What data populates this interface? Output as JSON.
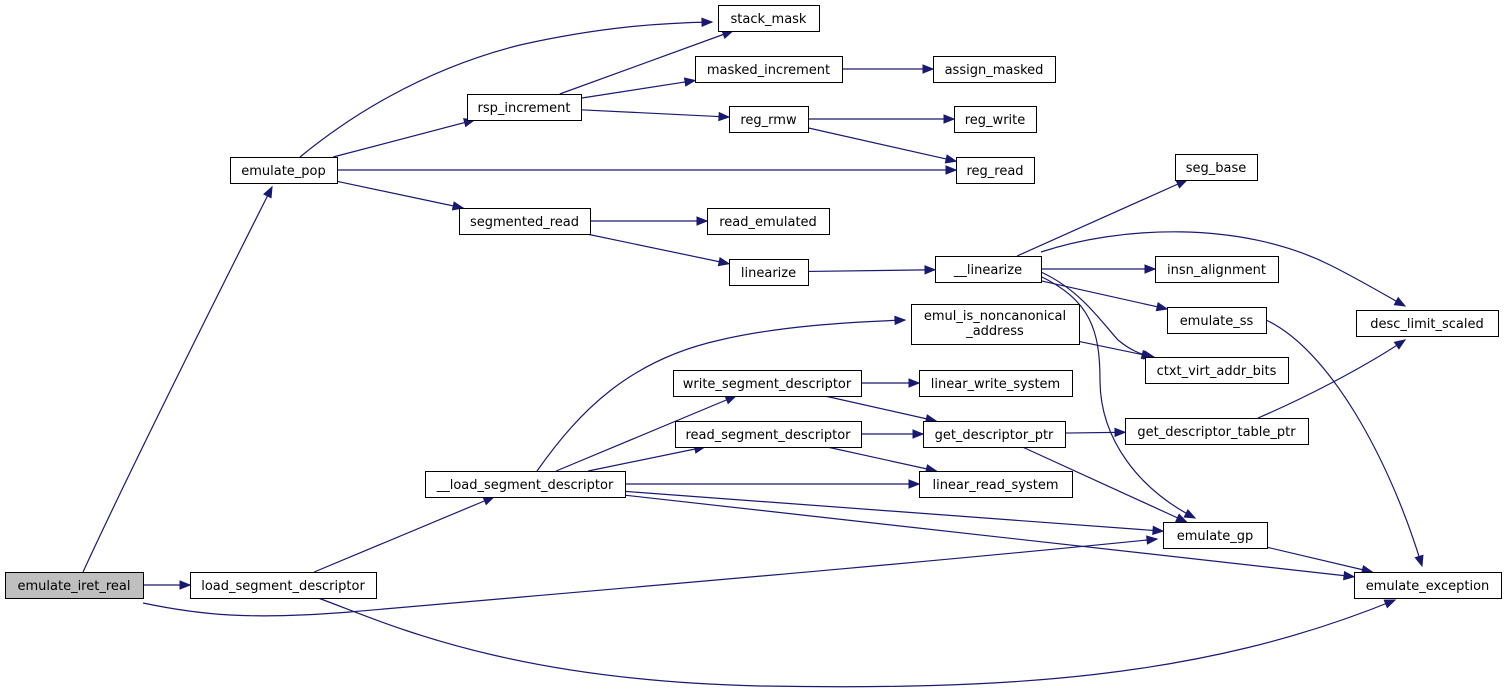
{
  "diagram": {
    "colors": {
      "edge": "#191970",
      "node_fill": "#ffffff",
      "root_fill": "#bfbfbf",
      "node_border": "#000000"
    },
    "nodes": [
      {
        "id": "emulate_iret_real",
        "label": "emulate_iret_real",
        "root": true
      },
      {
        "id": "emulate_pop",
        "label": "emulate_pop"
      },
      {
        "id": "load_segment_descriptor",
        "label": "load_segment_descriptor"
      },
      {
        "id": "rsp_increment",
        "label": "rsp_increment"
      },
      {
        "id": "segmented_read",
        "label": "segmented_read"
      },
      {
        "id": "stack_mask",
        "label": "stack_mask"
      },
      {
        "id": "masked_increment",
        "label": "masked_increment"
      },
      {
        "id": "assign_masked",
        "label": "assign_masked"
      },
      {
        "id": "reg_rmw",
        "label": "reg_rmw"
      },
      {
        "id": "reg_write",
        "label": "reg_write"
      },
      {
        "id": "reg_read",
        "label": "reg_read"
      },
      {
        "id": "read_emulated",
        "label": "read_emulated"
      },
      {
        "id": "linearize",
        "label": "linearize"
      },
      {
        "id": "__linearize",
        "label": "__linearize"
      },
      {
        "id": "seg_base",
        "label": "seg_base"
      },
      {
        "id": "insn_alignment",
        "label": "insn_alignment"
      },
      {
        "id": "emulate_ss",
        "label": "emulate_ss"
      },
      {
        "id": "desc_limit_scaled",
        "label": "desc_limit_scaled"
      },
      {
        "id": "emul_is_noncanonical_address",
        "label": "emul_is_noncanonical",
        "label2": "_address"
      },
      {
        "id": "ctxt_virt_addr_bits",
        "label": "ctxt_virt_addr_bits"
      },
      {
        "id": "write_segment_descriptor",
        "label": "write_segment_descriptor"
      },
      {
        "id": "linear_write_system",
        "label": "linear_write_system"
      },
      {
        "id": "read_segment_descriptor",
        "label": "read_segment_descriptor"
      },
      {
        "id": "get_descriptor_ptr",
        "label": "get_descriptor_ptr"
      },
      {
        "id": "get_descriptor_table_ptr",
        "label": "get_descriptor_table_ptr"
      },
      {
        "id": "__load_segment_descriptor",
        "label": "__load_segment_descriptor"
      },
      {
        "id": "linear_read_system",
        "label": "linear_read_system"
      },
      {
        "id": "emulate_gp",
        "label": "emulate_gp"
      },
      {
        "id": "emulate_exception",
        "label": "emulate_exception"
      }
    ],
    "edges": [
      [
        "emulate_iret_real",
        "emulate_pop"
      ],
      [
        "emulate_iret_real",
        "load_segment_descriptor"
      ],
      [
        "emulate_iret_real",
        "emulate_gp"
      ],
      [
        "emulate_pop",
        "stack_mask"
      ],
      [
        "emulate_pop",
        "rsp_increment"
      ],
      [
        "emulate_pop",
        "reg_read"
      ],
      [
        "emulate_pop",
        "segmented_read"
      ],
      [
        "rsp_increment",
        "stack_mask"
      ],
      [
        "rsp_increment",
        "masked_increment"
      ],
      [
        "rsp_increment",
        "reg_rmw"
      ],
      [
        "masked_increment",
        "assign_masked"
      ],
      [
        "reg_rmw",
        "reg_write"
      ],
      [
        "reg_rmw",
        "reg_read"
      ],
      [
        "segmented_read",
        "read_emulated"
      ],
      [
        "segmented_read",
        "linearize"
      ],
      [
        "linearize",
        "__linearize"
      ],
      [
        "__linearize",
        "seg_base"
      ],
      [
        "__linearize",
        "desc_limit_scaled"
      ],
      [
        "__linearize",
        "insn_alignment"
      ],
      [
        "__linearize",
        "emulate_ss"
      ],
      [
        "__linearize",
        "ctxt_virt_addr_bits"
      ],
      [
        "__linearize",
        "emulate_gp"
      ],
      [
        "emulate_ss",
        "emulate_exception"
      ],
      [
        "emul_is_noncanonical_address",
        "ctxt_virt_addr_bits"
      ],
      [
        "load_segment_descriptor",
        "__load_segment_descriptor"
      ],
      [
        "load_segment_descriptor",
        "emulate_exception"
      ],
      [
        "__load_segment_descriptor",
        "emul_is_noncanonical_address"
      ],
      [
        "__load_segment_descriptor",
        "write_segment_descriptor"
      ],
      [
        "__load_segment_descriptor",
        "read_segment_descriptor"
      ],
      [
        "__load_segment_descriptor",
        "linear_read_system"
      ],
      [
        "__load_segment_descriptor",
        "emulate_gp"
      ],
      [
        "__load_segment_descriptor",
        "emulate_exception"
      ],
      [
        "write_segment_descriptor",
        "linear_write_system"
      ],
      [
        "write_segment_descriptor",
        "get_descriptor_ptr"
      ],
      [
        "read_segment_descriptor",
        "get_descriptor_ptr"
      ],
      [
        "read_segment_descriptor",
        "linear_read_system"
      ],
      [
        "get_descriptor_ptr",
        "get_descriptor_table_ptr"
      ],
      [
        "get_descriptor_ptr",
        "emulate_gp"
      ],
      [
        "get_descriptor_table_ptr",
        "desc_limit_scaled"
      ],
      [
        "emulate_gp",
        "emulate_exception"
      ]
    ]
  }
}
